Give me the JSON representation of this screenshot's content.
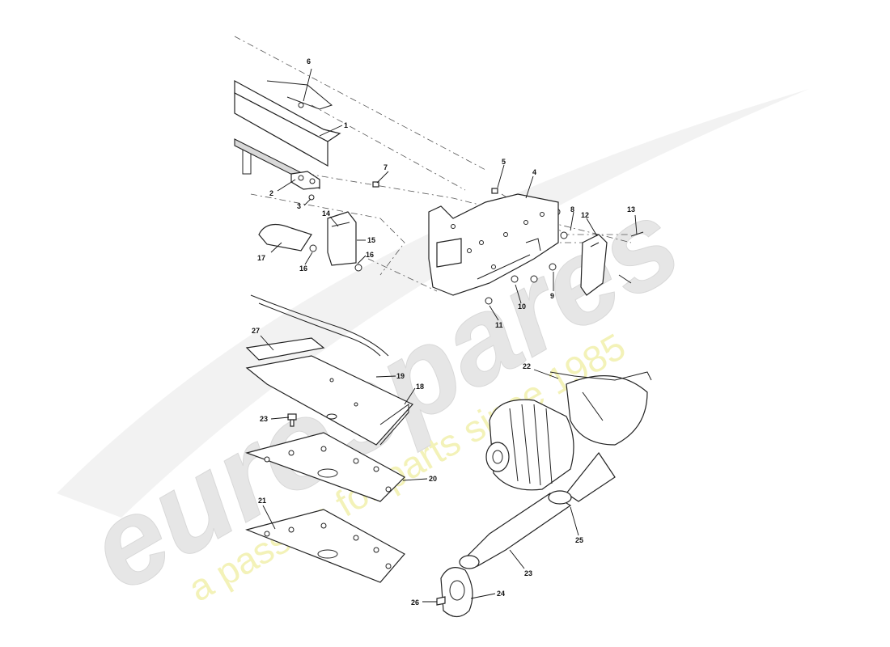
{
  "watermark": {
    "brand": "eurospares",
    "tagline": "a passion for parts since 1985",
    "brand_color": "#e6e6e6",
    "tagline_color": "#f3f2b8"
  },
  "callouts": {
    "c1": "1",
    "c2": "2",
    "c3": "3",
    "c4": "4",
    "c5": "5",
    "c6": "6",
    "c7": "7",
    "c8": "8",
    "c9": "9",
    "c10": "10",
    "c11": "11",
    "c12": "12",
    "c13": "13",
    "c14": "14",
    "c15": "15",
    "c16a": "16",
    "c16b": "16",
    "c17": "17",
    "c18": "18",
    "c19": "19",
    "c20": "20",
    "c21": "21",
    "c22": "22",
    "c23a": "23",
    "c23b": "23",
    "c24": "24",
    "c25": "25",
    "c26": "26",
    "c27": "27"
  }
}
